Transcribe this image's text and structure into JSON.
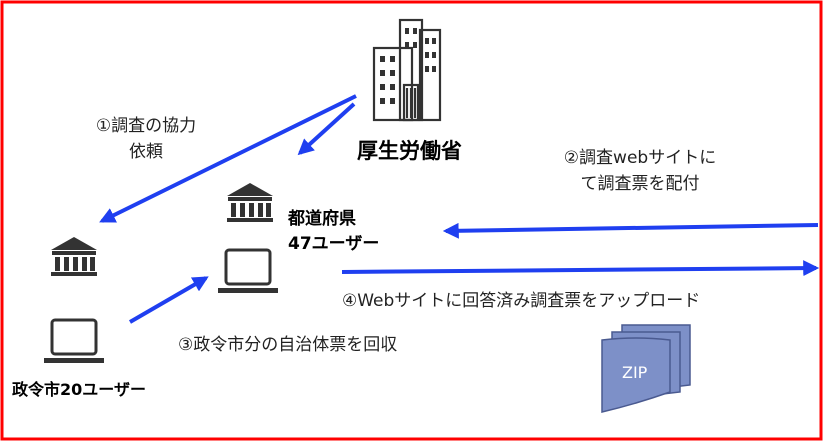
{
  "colors": {
    "border": "#ff0000",
    "arrow": "#1f3ff0",
    "icon": "#333333",
    "zip_fill": "#7d90c8"
  },
  "nodes": {
    "ministry": {
      "label": "厚生労働省",
      "icon": "office-building-icon"
    },
    "prefecture": {
      "name": "都道府県",
      "users": "47ユーザー",
      "icons": [
        "government-building-icon",
        "laptop-icon"
      ]
    },
    "city": {
      "label": "政令市20ユーザー",
      "icons": [
        "government-building-icon",
        "laptop-icon"
      ]
    },
    "zip": {
      "label": "ZIP",
      "icon": "zip-file-stack-icon"
    }
  },
  "steps": {
    "step1": {
      "line1": "①調査の協力",
      "line2": "依頼"
    },
    "step2": {
      "line1": "②調査webサイトに",
      "line2": "て調査票を配付"
    },
    "step3": {
      "text": "③政令市分の自治体票を回収"
    },
    "step4": {
      "text": "④Webサイトに回答済み調査票をアップロード"
    }
  }
}
